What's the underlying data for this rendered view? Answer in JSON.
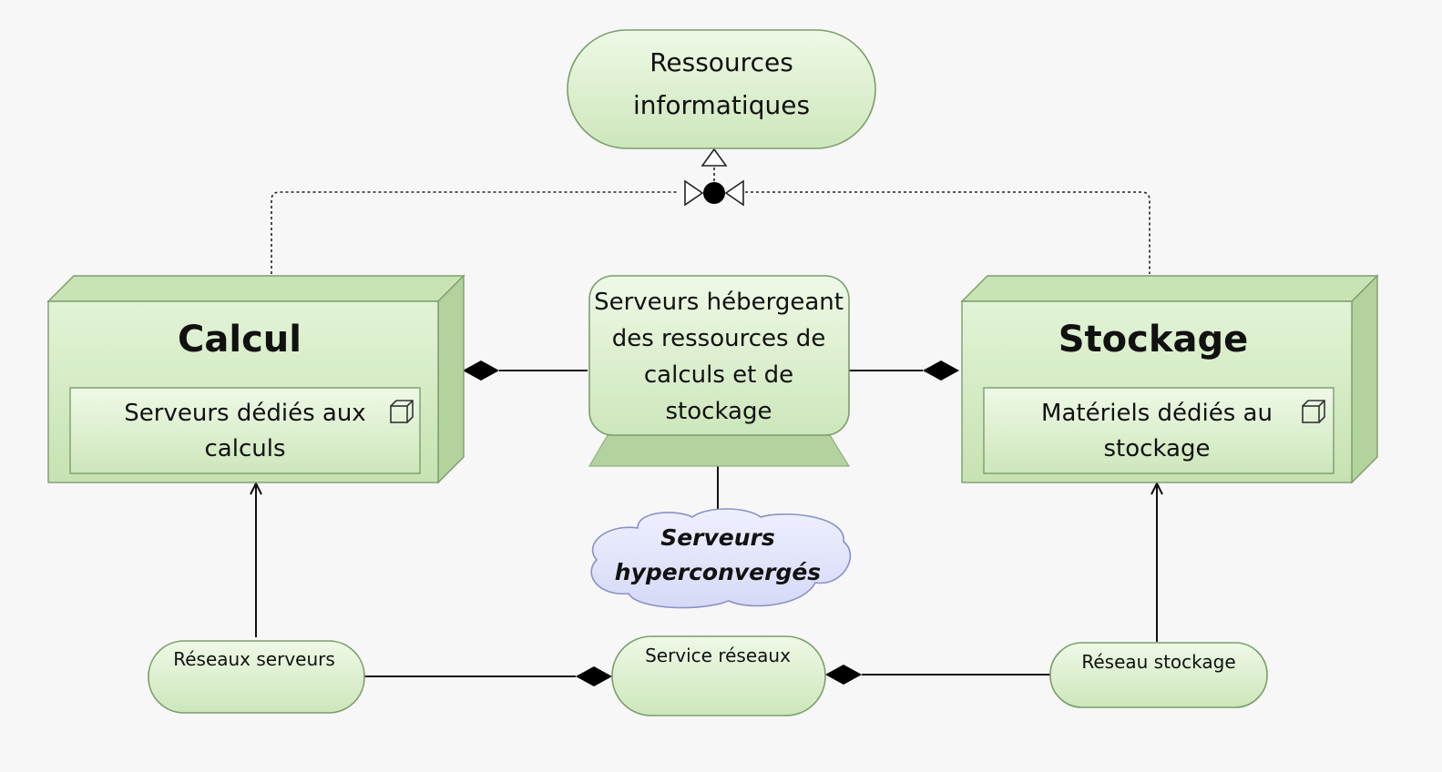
{
  "diagram": {
    "title": "",
    "nodes": {
      "ressources": {
        "line1": "Ressources",
        "line2": "informatiques"
      },
      "calcul": {
        "title": "Calcul",
        "component": {
          "line1": "Serveurs dédiés aux",
          "line2": "calculs"
        }
      },
      "stockage": {
        "title": "Stockage",
        "component": {
          "line1": "Matériels dédiés au",
          "line2": "stockage"
        }
      },
      "serveurs_hebergeant": {
        "line1": "Serveurs hébergeant",
        "line2": "des ressources de",
        "line3": "calculs et de",
        "line4": "stockage"
      },
      "hyperconverges": {
        "line1": "Serveurs",
        "line2": "hyperconvergés"
      },
      "reseaux_serveurs": {
        "label": "Réseaux serveurs"
      },
      "service_reseaux": {
        "label": "Service réseaux"
      },
      "reseau_stockage": {
        "label": "Réseau stockage"
      }
    },
    "colors": {
      "node_fill_top": "#eaf7df",
      "node_fill_bottom": "#cfe8bd",
      "node_side": "#b5d3a0",
      "stroke": "#7a9e6b",
      "cloud_fill": "#e4e6fb",
      "cloud_stroke": "#8a8fc8",
      "line": "#111111"
    }
  }
}
